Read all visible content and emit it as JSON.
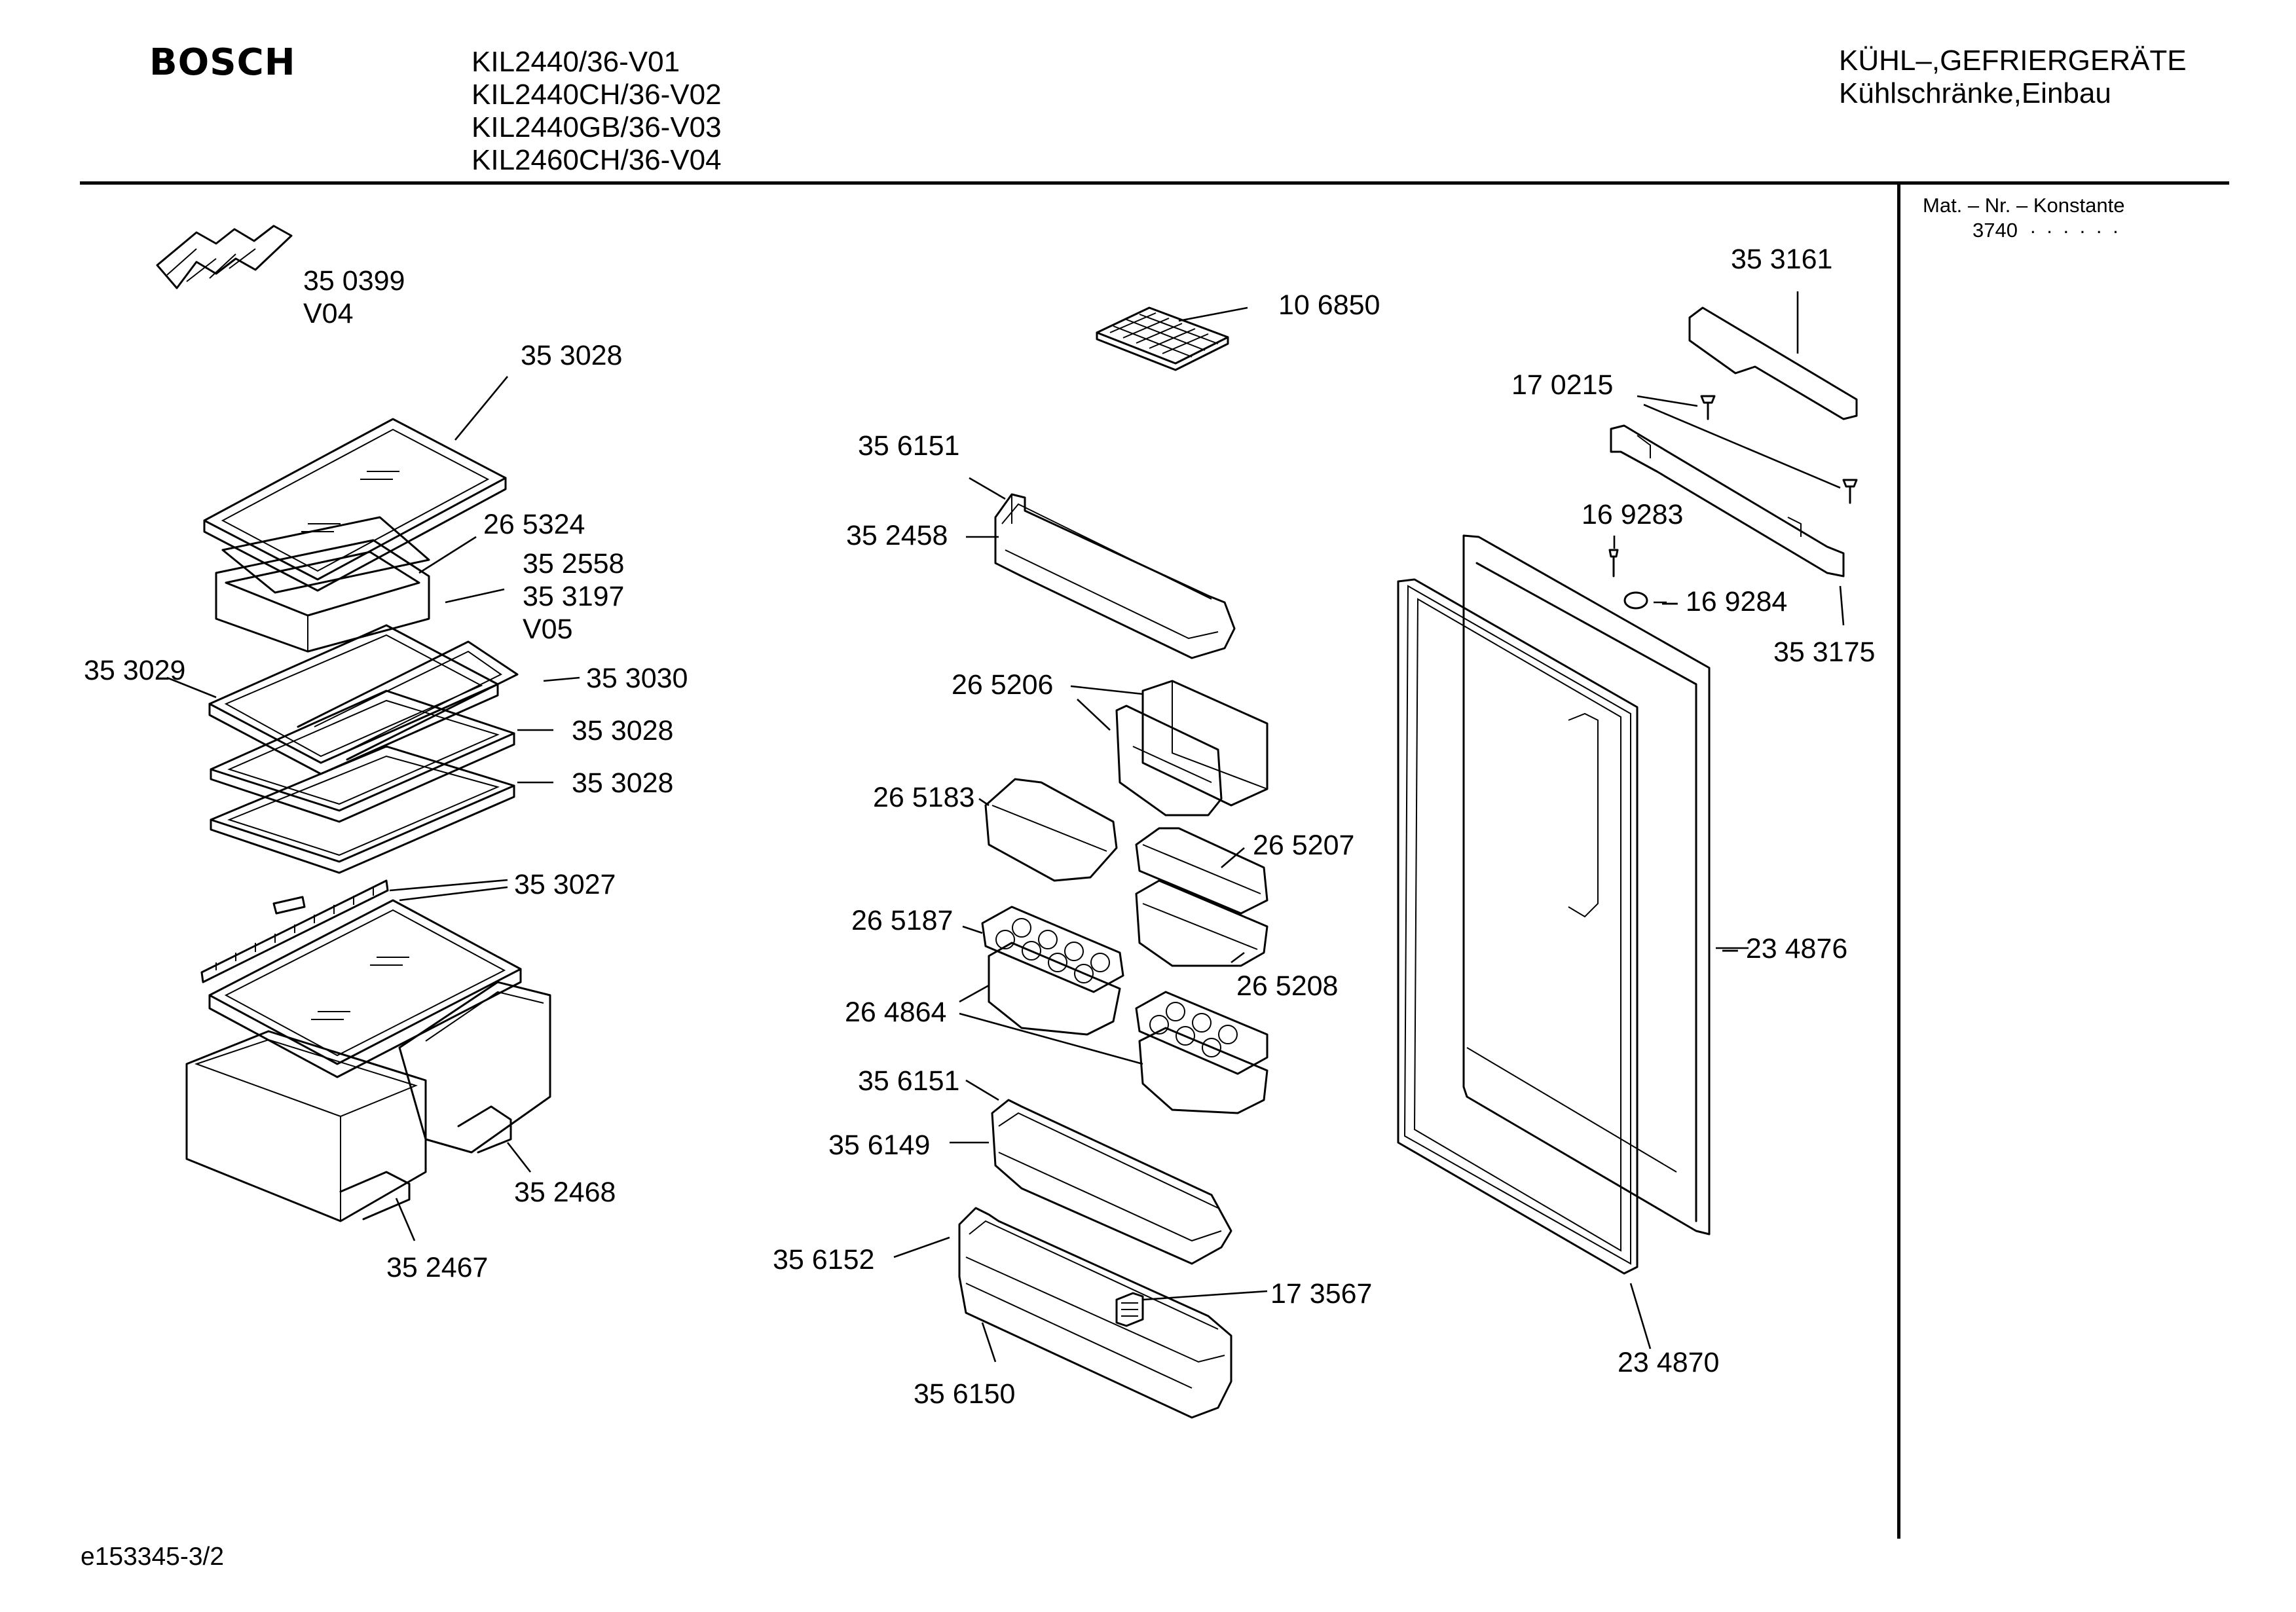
{
  "header": {
    "brand": "BOSCH",
    "models": [
      "KIL2440/36-V01",
      "KIL2440CH/36-V02",
      "KIL2440GB/36-V03",
      "KIL2460CH/36-V04"
    ],
    "category": "KÜHL–,GEFRIERGERÄTE",
    "subcategory": "Kühlschränke,Einbau"
  },
  "side_panel": {
    "heading": "Mat. – Nr. – Konstante",
    "value": "3740",
    "dots": ". .  . . . ."
  },
  "parts": {
    "p350399": "35 0399",
    "v04": "V04",
    "p353028_a": "35 3028",
    "p265324": "26 5324",
    "p352558": "35 2558",
    "p353197": "35 3197",
    "v05": "V05",
    "p353029": "35 3029",
    "p353030": "35 3030",
    "p353028_b": "35 3028",
    "p353028_c": "35 3028",
    "p353027": "35 3027",
    "p352468": "35 2468",
    "p352467": "35 2467",
    "p106850": "10 6850",
    "p356151_a": "35 6151",
    "p352458": "35 2458",
    "p265206": "26 5206",
    "p265183": "26 5183",
    "p265207": "26 5207",
    "p265187": "26 5187",
    "p265208": "26 5208",
    "p264864": "26 4864",
    "p356151_b": "35 6151",
    "p356149": "35 6149",
    "p356152": "35 6152",
    "p173567": "17 3567",
    "p356150": "35 6150",
    "p353161": "35 3161",
    "p170215": "17 0215",
    "p169283": "16 9283",
    "p169284": "– 16 9284",
    "p353175": "35 3175",
    "p234876": "– 23 4876",
    "p234870": "23 4870"
  },
  "footer": {
    "doc_id": "e153345-3/2"
  }
}
